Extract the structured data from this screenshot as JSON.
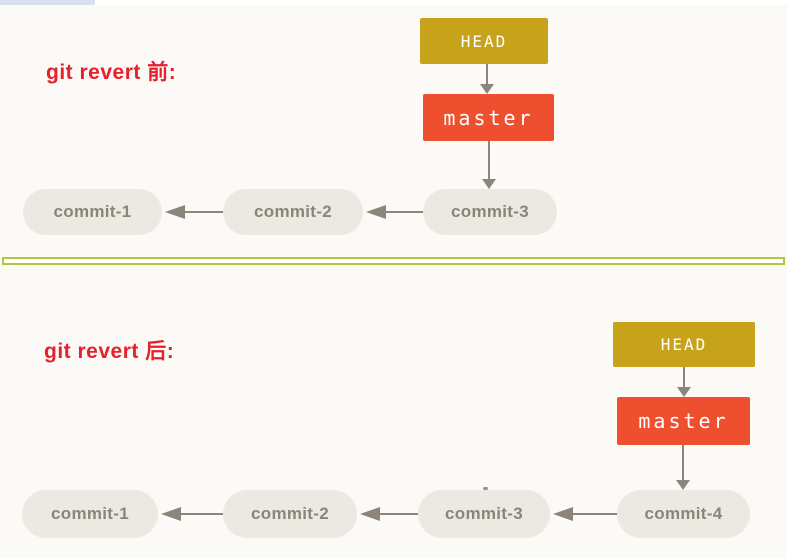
{
  "colors": {
    "background": "#fbfaf7",
    "top_bar": "#d9e2ec",
    "title_red": "#e7202c",
    "head_box": "#c7a21b",
    "branch_box": "#ee4f2e",
    "commit_pill": "#ebe9e2",
    "commit_text": "#8c8577",
    "arrow": "#8b857c",
    "divider_green": "#a9cb3d"
  },
  "sections": {
    "before": {
      "title": "git revert 前:",
      "head_label": "HEAD",
      "branch_label": "master",
      "commits": [
        "commit-1",
        "commit-2",
        "commit-3"
      ]
    },
    "after": {
      "title": "git revert 后:",
      "head_label": "HEAD",
      "branch_label": "master",
      "commits": [
        "commit-1",
        "commit-2",
        "commit-3",
        "commit-4"
      ]
    }
  }
}
